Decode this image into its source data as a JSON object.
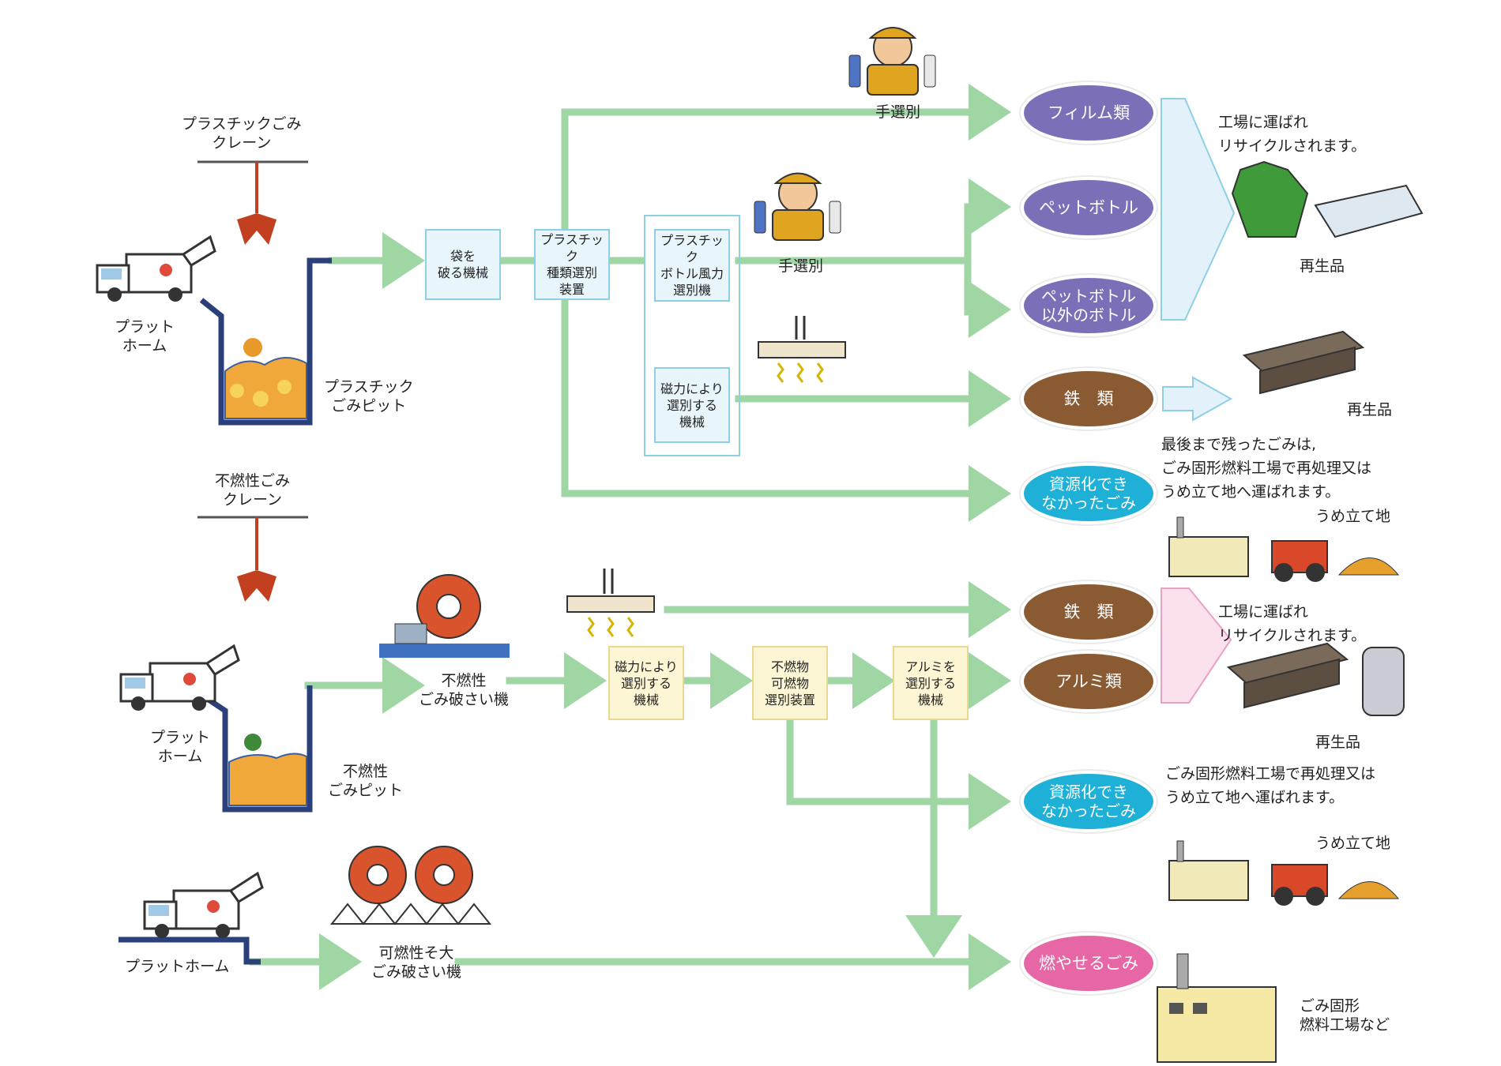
{
  "colors": {
    "flow_line": "#9fd6a4",
    "purple_oval": "#7b70b8",
    "brown_oval": "#8a5a33",
    "cyan_oval": "#1fb0d8",
    "pink_oval": "#e767a6",
    "blue_arrow": "#e3f2fa",
    "pink_arrow": "#fbe1ee",
    "pit_wall": "#2b3f7a",
    "crane": "#c2401f"
  },
  "plastic_section": {
    "crane_label": "プラスチックごみ\nクレーン",
    "platform_label": "プラット\nホーム",
    "pit_label": "プラスチック\nごみピット",
    "machines": {
      "bag_breaker": "袋を\n破る機械",
      "type_sorter": "プラスチック\n種類選別\n装置",
      "bottle_wind_sorter": "プラスチック\nボトル風力\n選別機",
      "magnetic_sorter": "磁力により\n選別する\n機械"
    },
    "hand_sort_top": "手選別",
    "hand_sort_mid": "手選別",
    "outputs": {
      "film": "フィルム類",
      "pet_bottle": "ペットボトル",
      "other_bottles": "ペットボトル\n以外のボトル",
      "iron": "鉄　類",
      "non_recyclable": "資源化でき\nなかったごみ"
    },
    "note_factory": "工場に運ばれ\nリサイクルされます。",
    "recycled_label": "再生品",
    "iron_recycled_label": "再生品",
    "note_remaining": "最後まで残ったごみは,\nごみ固形燃料工場で再処理又は\nうめ立て地へ運ばれます。",
    "landfill_label": "うめ立て地"
  },
  "nonburnable_section": {
    "crane_label": "不燃性ごみ\nクレーン",
    "platform_label": "プラット\nホーム",
    "pit_label": "不燃性\nごみピット",
    "crusher_label": "不燃性\nごみ破さい機",
    "machines": {
      "magnetic_sorter": "磁力により\n選別する\n機械",
      "combustible_sorter": "不燃物\n可燃物\n選別装置",
      "aluminum_sorter": "アルミを\n選別する\n機械"
    },
    "outputs": {
      "iron": "鉄　類",
      "aluminum": "アルミ類",
      "non_recyclable": "資源化でき\nなかったごみ"
    },
    "note_factory": "工場に運ばれ\nリサイクルされます。",
    "recycled_label": "再生品",
    "note_remaining": "ごみ固形燃料工場で再処理又は\nうめ立て地へ運ばれます。",
    "landfill_label": "うめ立て地"
  },
  "bulky_section": {
    "platform_label": "プラットホーム",
    "crusher_label": "可燃性そ大\nごみ破さい機",
    "output_burnable": "燃やせるごみ",
    "fuel_factory_label": "ごみ固形\n燃料工場など"
  }
}
